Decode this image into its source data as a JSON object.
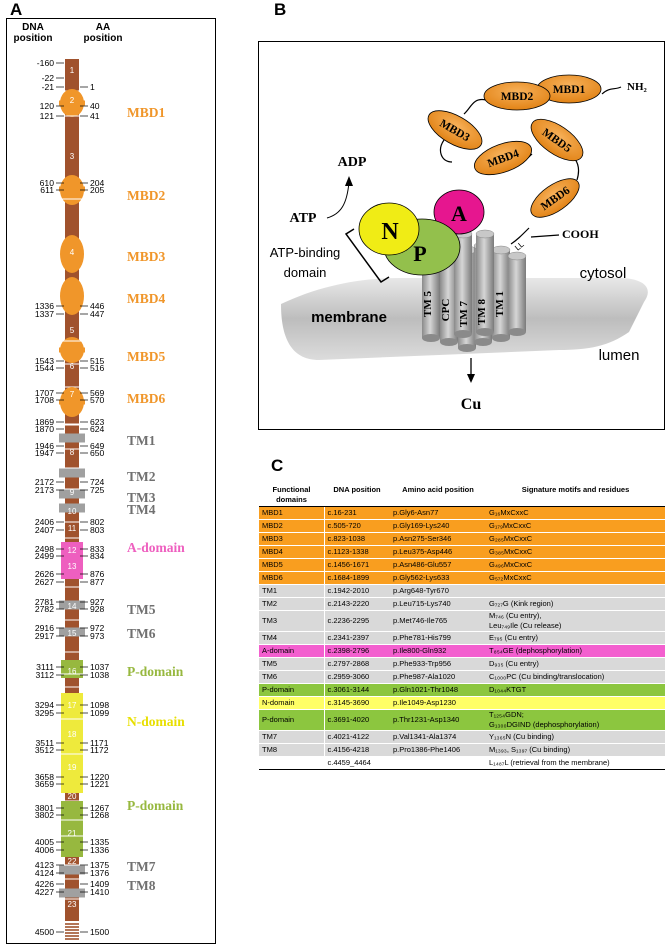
{
  "panel_labels": {
    "a": "A",
    "b": "B",
    "c": "C"
  },
  "panel_a": {
    "dna_header": "DNA position",
    "aa_header": "AA position",
    "exons": [
      "1",
      "2",
      "3",
      "4",
      "5",
      "6",
      "7",
      "8",
      "9",
      "10",
      "11",
      "12",
      "13",
      "14",
      "15",
      "16",
      "17",
      "18",
      "19",
      "20",
      "21",
      "22",
      "23"
    ],
    "dna_positions": [
      "-160",
      "-22",
      "-21",
      "120",
      "121",
      "610",
      "611",
      "1336",
      "1337",
      "1543",
      "1544",
      "1707",
      "1708",
      "1869",
      "1870",
      "1946",
      "1947",
      "2172",
      "2173",
      "2406",
      "2407",
      "2498",
      "2499",
      "2626",
      "2627",
      "2781",
      "2782",
      "2916",
      "2917",
      "3111",
      "3112",
      "3294",
      "3295",
      "3511",
      "3512",
      "3658",
      "3659",
      "3801",
      "3802",
      "4005",
      "4006",
      "4123",
      "4124",
      "4226",
      "4227",
      "4500"
    ],
    "aa_positions": [
      "1",
      "40",
      "41",
      "204",
      "205",
      "446",
      "447",
      "515",
      "516",
      "569",
      "570",
      "623",
      "624",
      "649",
      "650",
      "724",
      "725",
      "802",
      "803",
      "833",
      "834",
      "876",
      "877",
      "927",
      "928",
      "972",
      "973",
      "1037",
      "1038",
      "1098",
      "1099",
      "1171",
      "1172",
      "1220",
      "1221",
      "1267",
      "1268",
      "1335",
      "1336",
      "1375",
      "1376",
      "1409",
      "1410",
      "1500"
    ],
    "domain_labels": [
      "MBD1",
      "MBD2",
      "MBD3",
      "MBD4",
      "MBD5",
      "MBD6",
      "TM1",
      "TM2",
      "TM3",
      "TM4",
      "A-domain",
      "TM5",
      "TM6",
      "P-domain",
      "N-domain",
      "P-domain",
      "TM7",
      "TM8"
    ],
    "colors": {
      "exon": "#a0522d",
      "mbd": "#f0962a",
      "tm": "#a0a0a0",
      "a_domain": "#ee5fbf",
      "p_domain": "#97b83f",
      "n_domain": "#eeea3c",
      "tm_text": "#707070"
    }
  },
  "panel_b": {
    "mbds": [
      "MBD1",
      "MBD2",
      "MBD3",
      "MBD4",
      "MBD5",
      "MBD6"
    ],
    "nh2": "NH₂",
    "cooh": "COOH",
    "ll": "LL",
    "adp": "ADP",
    "atp": "ATP",
    "atp_binding": [
      "ATP-binding",
      "domain"
    ],
    "n_label": "N",
    "p_label": "P",
    "a_label": "A",
    "cytosol": "cytosol",
    "membrane": "membrane",
    "lumen": "lumen",
    "cu": "Cu",
    "tm_labels": [
      "TM 5",
      "CPC",
      "TM 7",
      "TM 8",
      "TM 1"
    ]
  },
  "panel_c": {
    "headers": [
      "Functional domains",
      "DNA position",
      "Amino acid position",
      "Signature motifs and residues"
    ],
    "rows": [
      {
        "c": [
          "MBD1",
          "c.16-231",
          "p.Gly6-Asn77",
          "G₁₆MxCxxC"
        ],
        "color": "#f99e1f"
      },
      {
        "c": [
          "MBD2",
          "c.505-720",
          "p.Gly169-Lys240",
          "G₁₇₉MxCxxC"
        ],
        "color": "#f99e1f"
      },
      {
        "c": [
          "MBD3",
          "c.823-1038",
          "p.Asn275-Ser346",
          "G₂₈₅MxCxxC"
        ],
        "color": "#f99e1f"
      },
      {
        "c": [
          "MBD4",
          "c.1123-1338",
          "p.Leu375-Asp446",
          "G₃₈₅MxCxxC"
        ],
        "color": "#f99e1f"
      },
      {
        "c": [
          "MBD5",
          "c.1456-1671",
          "p.Asn486-Glu557",
          "G₄₉₆MxCxxC"
        ],
        "color": "#f99e1f"
      },
      {
        "c": [
          "MBD6",
          "c.1684-1899",
          "p.Gly562-Lys633",
          "G₅₇₂MxCxxC"
        ],
        "color": "#f99e1f"
      },
      {
        "c": [
          "TM1",
          "c.1942-2010",
          "p.Arg648-Tyr670",
          ""
        ],
        "color": "#d9d9d9"
      },
      {
        "c": [
          "TM2",
          "c.2143-2220",
          "p.Leu715-Lys740",
          "G₇₂₇G (Kink region)"
        ],
        "color": "#d9d9d9"
      },
      {
        "c": [
          "TM3",
          "c.2236-2295",
          "p.Met746-Ile765",
          "M₇₄₆ (Cu entry),",
          "Leu₇₄₉Ile (Cu release)"
        ],
        "color": "#d9d9d9"
      },
      {
        "c": [
          "TM4",
          "c.2341-2397",
          "p.Phe781-His799",
          "E₇₉₅ (Cu entry)"
        ],
        "color": "#d9d9d9"
      },
      {
        "c": [
          "A-domain",
          "c.2398-2796",
          "p.Ile800-Gln932",
          "T₈₅₄GE (dephosphorylation)"
        ],
        "color": "#f35fcf"
      },
      {
        "c": [
          "TM5",
          "c.2797-2868",
          "p.Phe933-Trp956",
          "D₉₃₅ (Cu entry)"
        ],
        "color": "#d9d9d9"
      },
      {
        "c": [
          "TM6",
          "c.2959-3060",
          "p.Phe987-Ala1020",
          "C₁₀₀₀PC (Cu binding/translocation)"
        ],
        "color": "#d9d9d9"
      },
      {
        "c": [
          "P-domain",
          "c.3061-3144",
          "p.Gln1021-Thr1048",
          "D₁₀₄₄KTGT"
        ],
        "color": "#8cc63f"
      },
      {
        "c": [
          "N-domain",
          "c.3145-3690",
          "p.Ile1049-Asp1230",
          ""
        ],
        "color": "#ffff66"
      },
      {
        "c": [
          "P-domain",
          "c.3691-4020",
          "p.Thr1231-Asp1340",
          "T₁₂₅₄GDN;",
          "G₁₃₀₀DGIND (dephosphorylation)"
        ],
        "color": "#8cc63f"
      },
      {
        "c": [
          "TM7",
          "c.4021-4122",
          "p.Val1341-Ala1374",
          "Y₁₃₆₅N (Cu binding)"
        ],
        "color": "#d9d9d9"
      },
      {
        "c": [
          "TM8",
          "c.4156-4218",
          "p.Pro1386-Phe1406",
          "M₁₃₉₃, S₁₃₉₇ (Cu binding)"
        ],
        "color": "#d9d9d9"
      },
      {
        "c": [
          "",
          "c.4459_4464",
          "",
          "L₁₄₈₇L (retrieval from the membrane)"
        ],
        "color": "#ffffff"
      }
    ]
  }
}
